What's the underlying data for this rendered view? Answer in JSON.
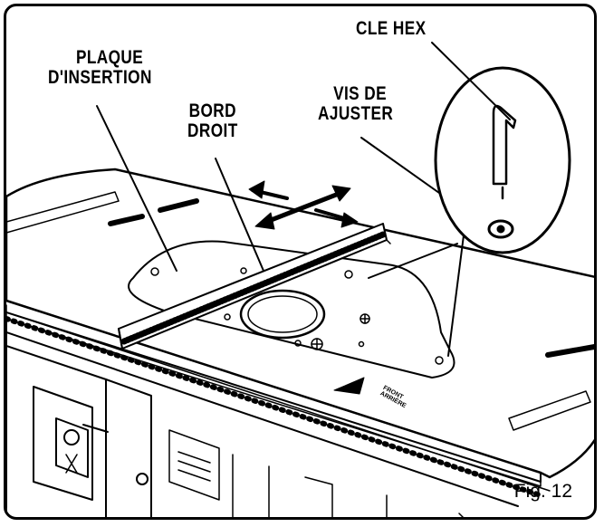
{
  "labels": {
    "insert_plate": [
      "PLAQUE",
      "D'INSERTION"
    ],
    "straight_edge": [
      "BORD",
      "DROIT"
    ],
    "adjust_screw": [
      "VIS DE",
      "AJUSTER"
    ],
    "hex_key": "CLE HEX"
  },
  "plate_marking": [
    "FRONT",
    "ARRIÈRE"
  ],
  "figure_caption": "Fig. 12",
  "colors": {
    "ink": "#000000",
    "paper": "#ffffff"
  },
  "icons": [
    "arrow-left-icon",
    "arrow-right-icon",
    "arrow-double-icon",
    "hex-key-icon",
    "screw-icon"
  ]
}
